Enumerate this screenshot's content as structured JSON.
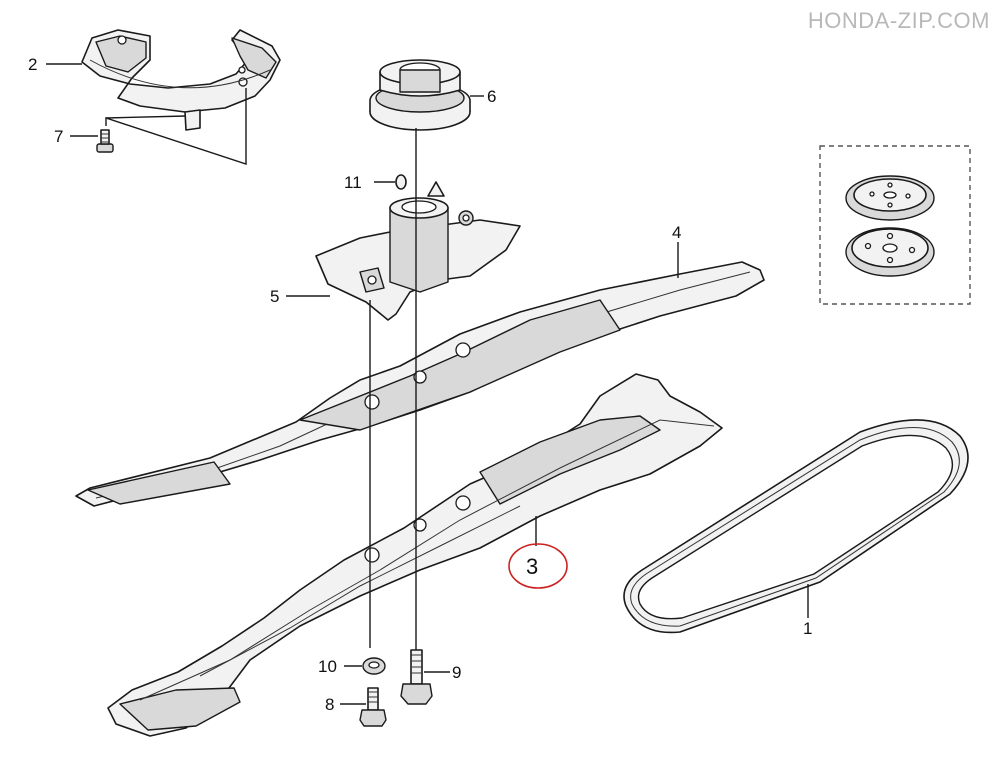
{
  "watermark": "HONDA-ZIP.COM",
  "highlight_color": "#cc2222",
  "callouts": {
    "c1": "1",
    "c2": "2",
    "c3": "3",
    "c4": "4",
    "c5": "5",
    "c6": "6",
    "c7": "7",
    "c8": "8",
    "c9": "9",
    "c10": "10",
    "c11": "11"
  }
}
